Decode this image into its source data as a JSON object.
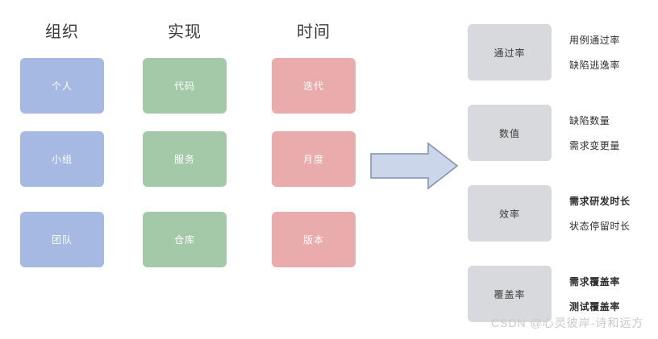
{
  "diagram": {
    "columns": [
      {
        "header": "组织",
        "color": "#a6b9e3",
        "color_name": "blue",
        "cards": [
          "个人",
          "小组",
          "团队"
        ]
      },
      {
        "header": "实现",
        "color": "#a4c9a9",
        "color_name": "green",
        "cards": [
          "代码",
          "服务",
          "仓库"
        ]
      },
      {
        "header": "时间",
        "color": "#e9abab",
        "color_name": "pink",
        "cards": [
          "迭代",
          "月度",
          "版本"
        ]
      }
    ],
    "connector": {
      "icon": "right-arrow-icon",
      "fill": "#ccd6ea",
      "stroke": "#7f8fad"
    },
    "metric_groups": [
      {
        "name": "通过率",
        "items": [
          "用例通过率",
          "缺陷逃逸率"
        ],
        "emphasis": [
          false,
          false
        ]
      },
      {
        "name": "数值",
        "items": [
          "缺陷数量",
          "需求变更量"
        ],
        "emphasis": [
          false,
          false
        ]
      },
      {
        "name": "效率",
        "items": [
          "需求研发时长",
          "状态停留时长"
        ],
        "emphasis": [
          true,
          false
        ]
      },
      {
        "name": "覆盖率",
        "items": [
          "需求覆盖率",
          "测试覆盖率"
        ],
        "emphasis": [
          true,
          true
        ]
      }
    ],
    "group_box_color": "#d8d9dc",
    "watermark": "CSDN @心灵彼岸-诗和远方"
  }
}
